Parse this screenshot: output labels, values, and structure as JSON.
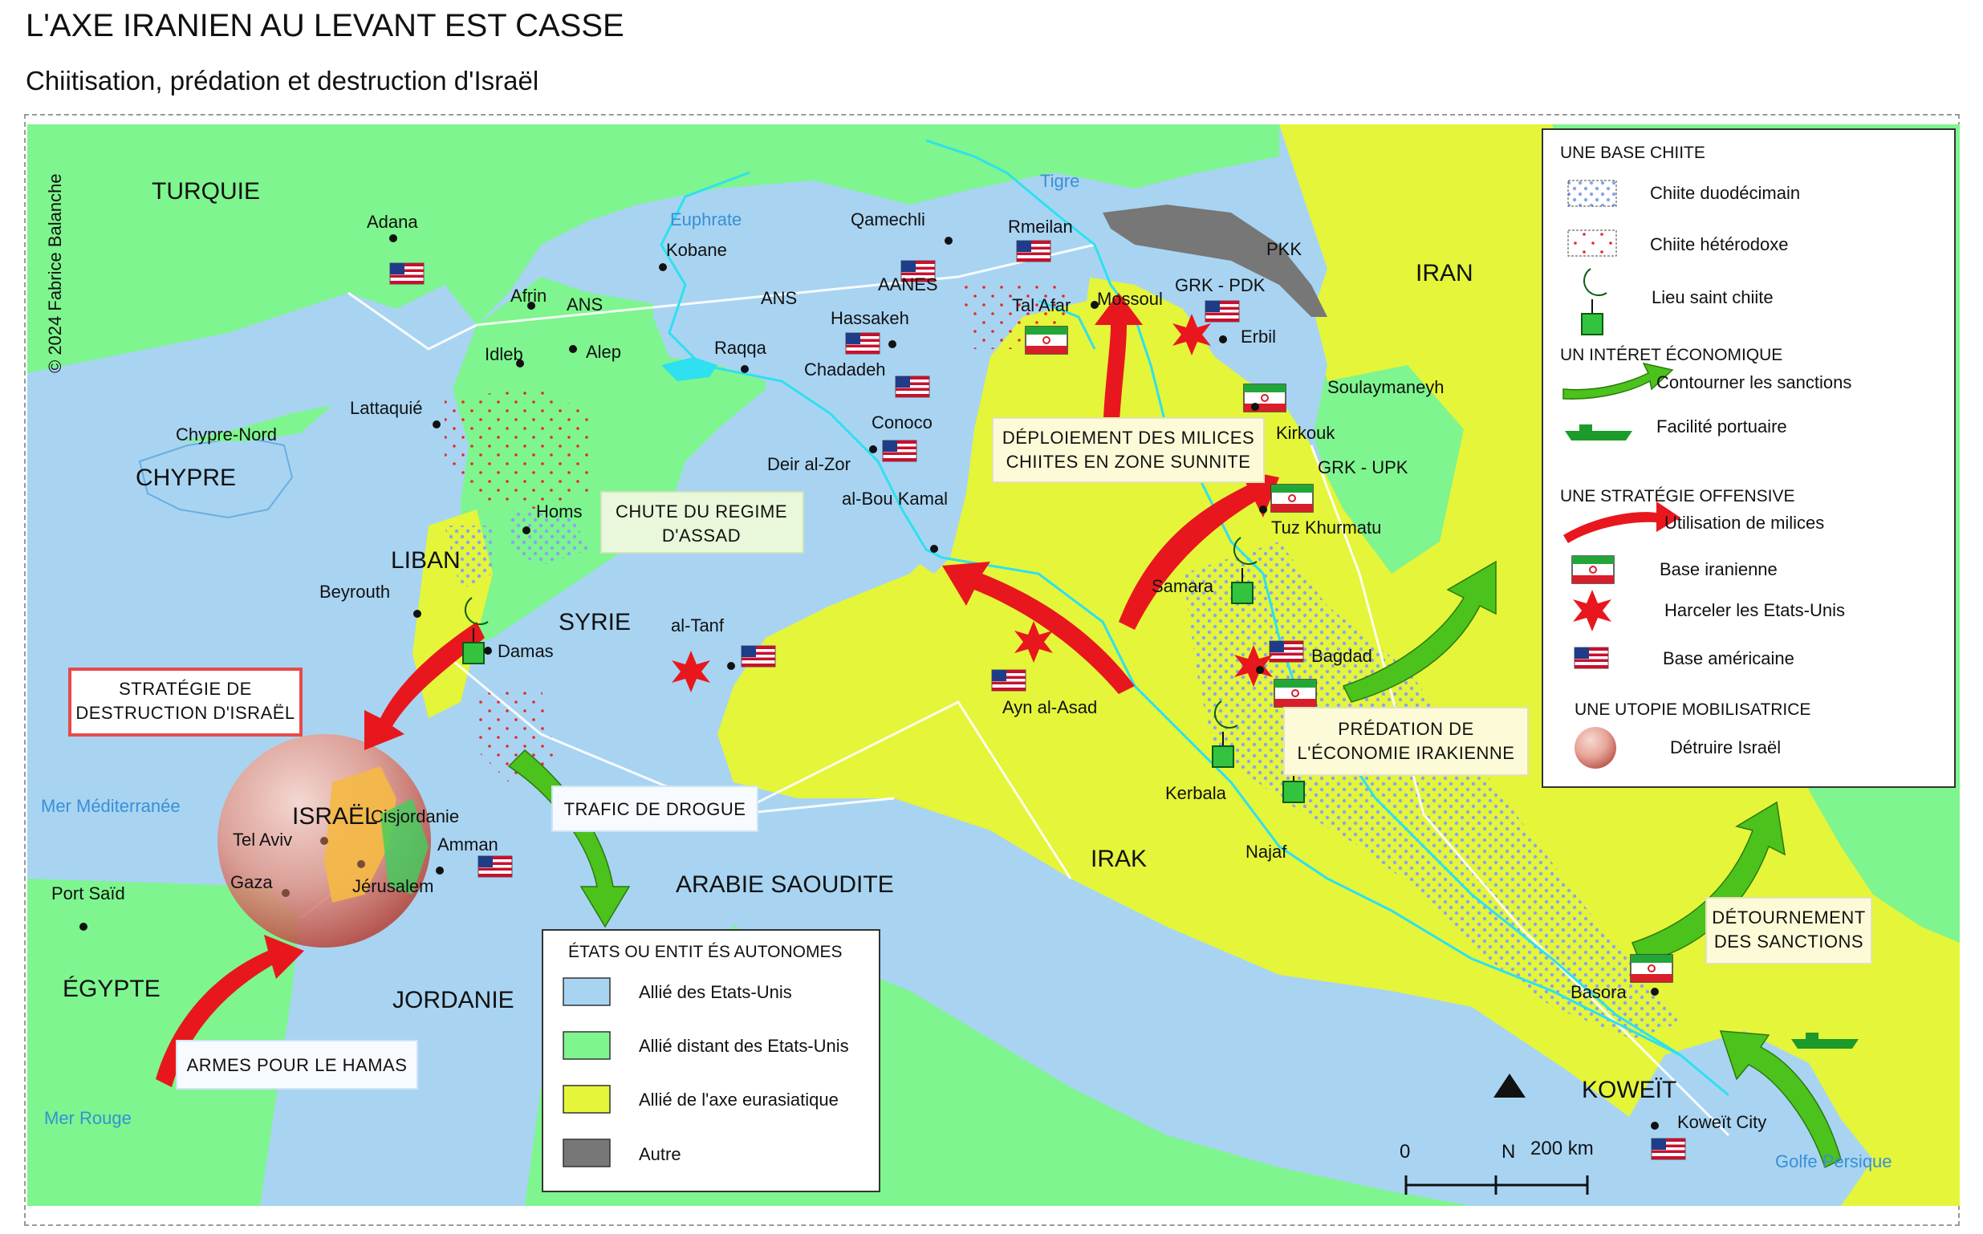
{
  "title": "L'AXE IRANIEN AU LEVANT EST CASSE",
  "subtitle": "Chiitisation, prédation et destruction d'Israël",
  "copyright": "© 2024 Fabrice Balanche",
  "countries": {
    "turquie": "TURQUIE",
    "chypre": "CHYPRE",
    "chypre_nord": "Chypre-Nord",
    "liban": "LIBAN",
    "syrie": "SYRIE",
    "israel": "ISRAËL",
    "cisjordanie": "Cisjordanie",
    "jordanie": "JORDANIE",
    "egypte": "ÉGYPTE",
    "arabie": "ARABIE SAOUDITE",
    "irak": "IRAK",
    "iran": "IRAN",
    "koweit": "KOWEÏT"
  },
  "regions": {
    "ans1": "ANS",
    "ans2": "ANS",
    "aanes": "AANES",
    "pkk": "PKK",
    "grk_pdk": "GRK - PDK",
    "grk_upk": "GRK - UPK"
  },
  "cities": {
    "adana": "Adana",
    "afrin": "Afrin",
    "alep": "Alep",
    "idleb": "Idleb",
    "lattaquie": "Lattaquié",
    "homs": "Homs",
    "beyrouth": "Beyrouth",
    "damas": "Damas",
    "tel_aviv": "Tel Aviv",
    "gaza": "Gaza",
    "jerusalem": "Jérusalem",
    "amman": "Amman",
    "port_said": "Port Saïd",
    "kobane": "Kobane",
    "raqqa": "Raqqa",
    "qamechli": "Qamechli",
    "hassakeh": "Hassakeh",
    "chadadeh": "Chadadeh",
    "conoco": "Conoco",
    "deir": "Deir al-Zor",
    "abou_kamal": "al-Bou Kamal",
    "rmeilan": "Rmeilan",
    "tal_afar": "Tal Afar",
    "mossoul": "Mossoul",
    "erbil": "Erbil",
    "kirkouk": "Kirkouk",
    "soulaymaneyh": "Soulaymaneyh",
    "tuz": "Tuz Khurmatu",
    "samara": "Samara",
    "bagdad": "Bagdad",
    "kerbala": "Kerbala",
    "najaf": "Najaf",
    "ayn_asad": "Ayn al-Asad",
    "tanf": "al-Tanf",
    "basora": "Basora",
    "koweit_city": "Koweït City"
  },
  "water": {
    "tigre": "Tigre",
    "euphrate": "Euphrate",
    "mediterranee": "Mer Méditerranée",
    "mer_rouge": "Mer Rouge",
    "golfe": "Golfe Persique"
  },
  "boxes": {
    "chute_1": "CHUTE DU REGIME",
    "chute_2": "D'ASSAD",
    "milices_1": "DÉPLOIEMENT DES MILICES",
    "milices_2": "CHIITES EN ZONE SUNNITE",
    "israel_1": "STRATÉGIE DE",
    "israel_2": "DESTRUCTION D'ISRAËL",
    "drogue": "TRAFIC DE DROGUE",
    "hamas": "ARMES POUR LE HAMAS",
    "predation_1": "PRÉDATION DE",
    "predation_2": "L'ÉCONOMIE IRAKIENNE",
    "sanctions_1": "DÉTOURNEMENT",
    "sanctions_2": "DES SANCTIONS"
  },
  "scale": {
    "zero": "0",
    "north": "N",
    "dist": "200 km"
  },
  "legend_states": {
    "title": "ÉTATS OU ENTIT  ÉS AUTONOMES",
    "items": [
      {
        "label": "Allié des Etats-Unis",
        "color": "#a8d4f2"
      },
      {
        "label": "Allié distant des Etats-Unis",
        "color": "#7ef58e"
      },
      {
        "label": "Allié de l'axe eurasiatique",
        "color": "#e4f53a"
      },
      {
        "label": "Autre",
        "color": "#777777"
      }
    ]
  },
  "legend_main": {
    "s1_title": "UNE BASE CHIITE",
    "s1_items": [
      "Chiite duodécimain",
      "Chiite hétérodoxe",
      "Lieu saint chiite"
    ],
    "s2_title": "UN INTÉRET ÉCONOMIQUE",
    "s2_items": [
      "Contourner les sanctions",
      "Facilité portuaire"
    ],
    "s3_title": "UNE STRATÉGIE OFFENSIVE",
    "s3_items": [
      "Utilisation de milices",
      "Base iranienne",
      "Harceler les Etats-Unis",
      "Base américaine"
    ],
    "s4_title": "UNE UTOPIE MOBILISATRICE",
    "s4_items": [
      "Détruire Israël"
    ]
  },
  "colors": {
    "us_ally": "#a8d4f2",
    "distant_ally": "#7ef58e",
    "eurasian_ally": "#e4f53a",
    "other": "#777777",
    "arrow_red": "#e8171d",
    "arrow_green": "#4cc21c"
  }
}
